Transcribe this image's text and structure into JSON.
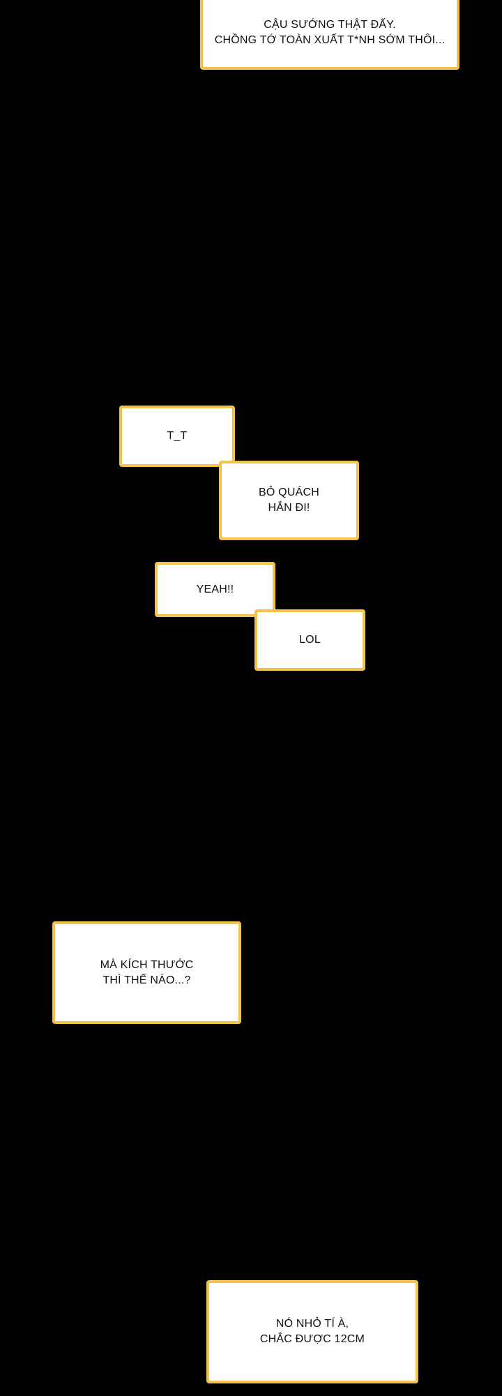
{
  "colors": {
    "background": "#000000",
    "box_fill": "#ffffff",
    "box_border": "#f2c24b",
    "text": "#111111"
  },
  "captions": [
    {
      "text": "CẬU SƯỚNG THẬT ĐẤY.\nCHỒNG TỚ TOÀN XUẤT T*NH SỚM THÔI..."
    },
    {
      "text": "T_T"
    },
    {
      "text": "BỎ QUÁCH\nHẮN ĐI!"
    },
    {
      "text": "YEAH!!"
    },
    {
      "text": "LOL"
    },
    {
      "text": "MÀ KÍCH THƯỚC\nTHÌ THẾ NÀO...?"
    },
    {
      "text": "NÓ NHỎ TÍ À,\nCHẮC ĐƯỢC 12CM"
    }
  ]
}
